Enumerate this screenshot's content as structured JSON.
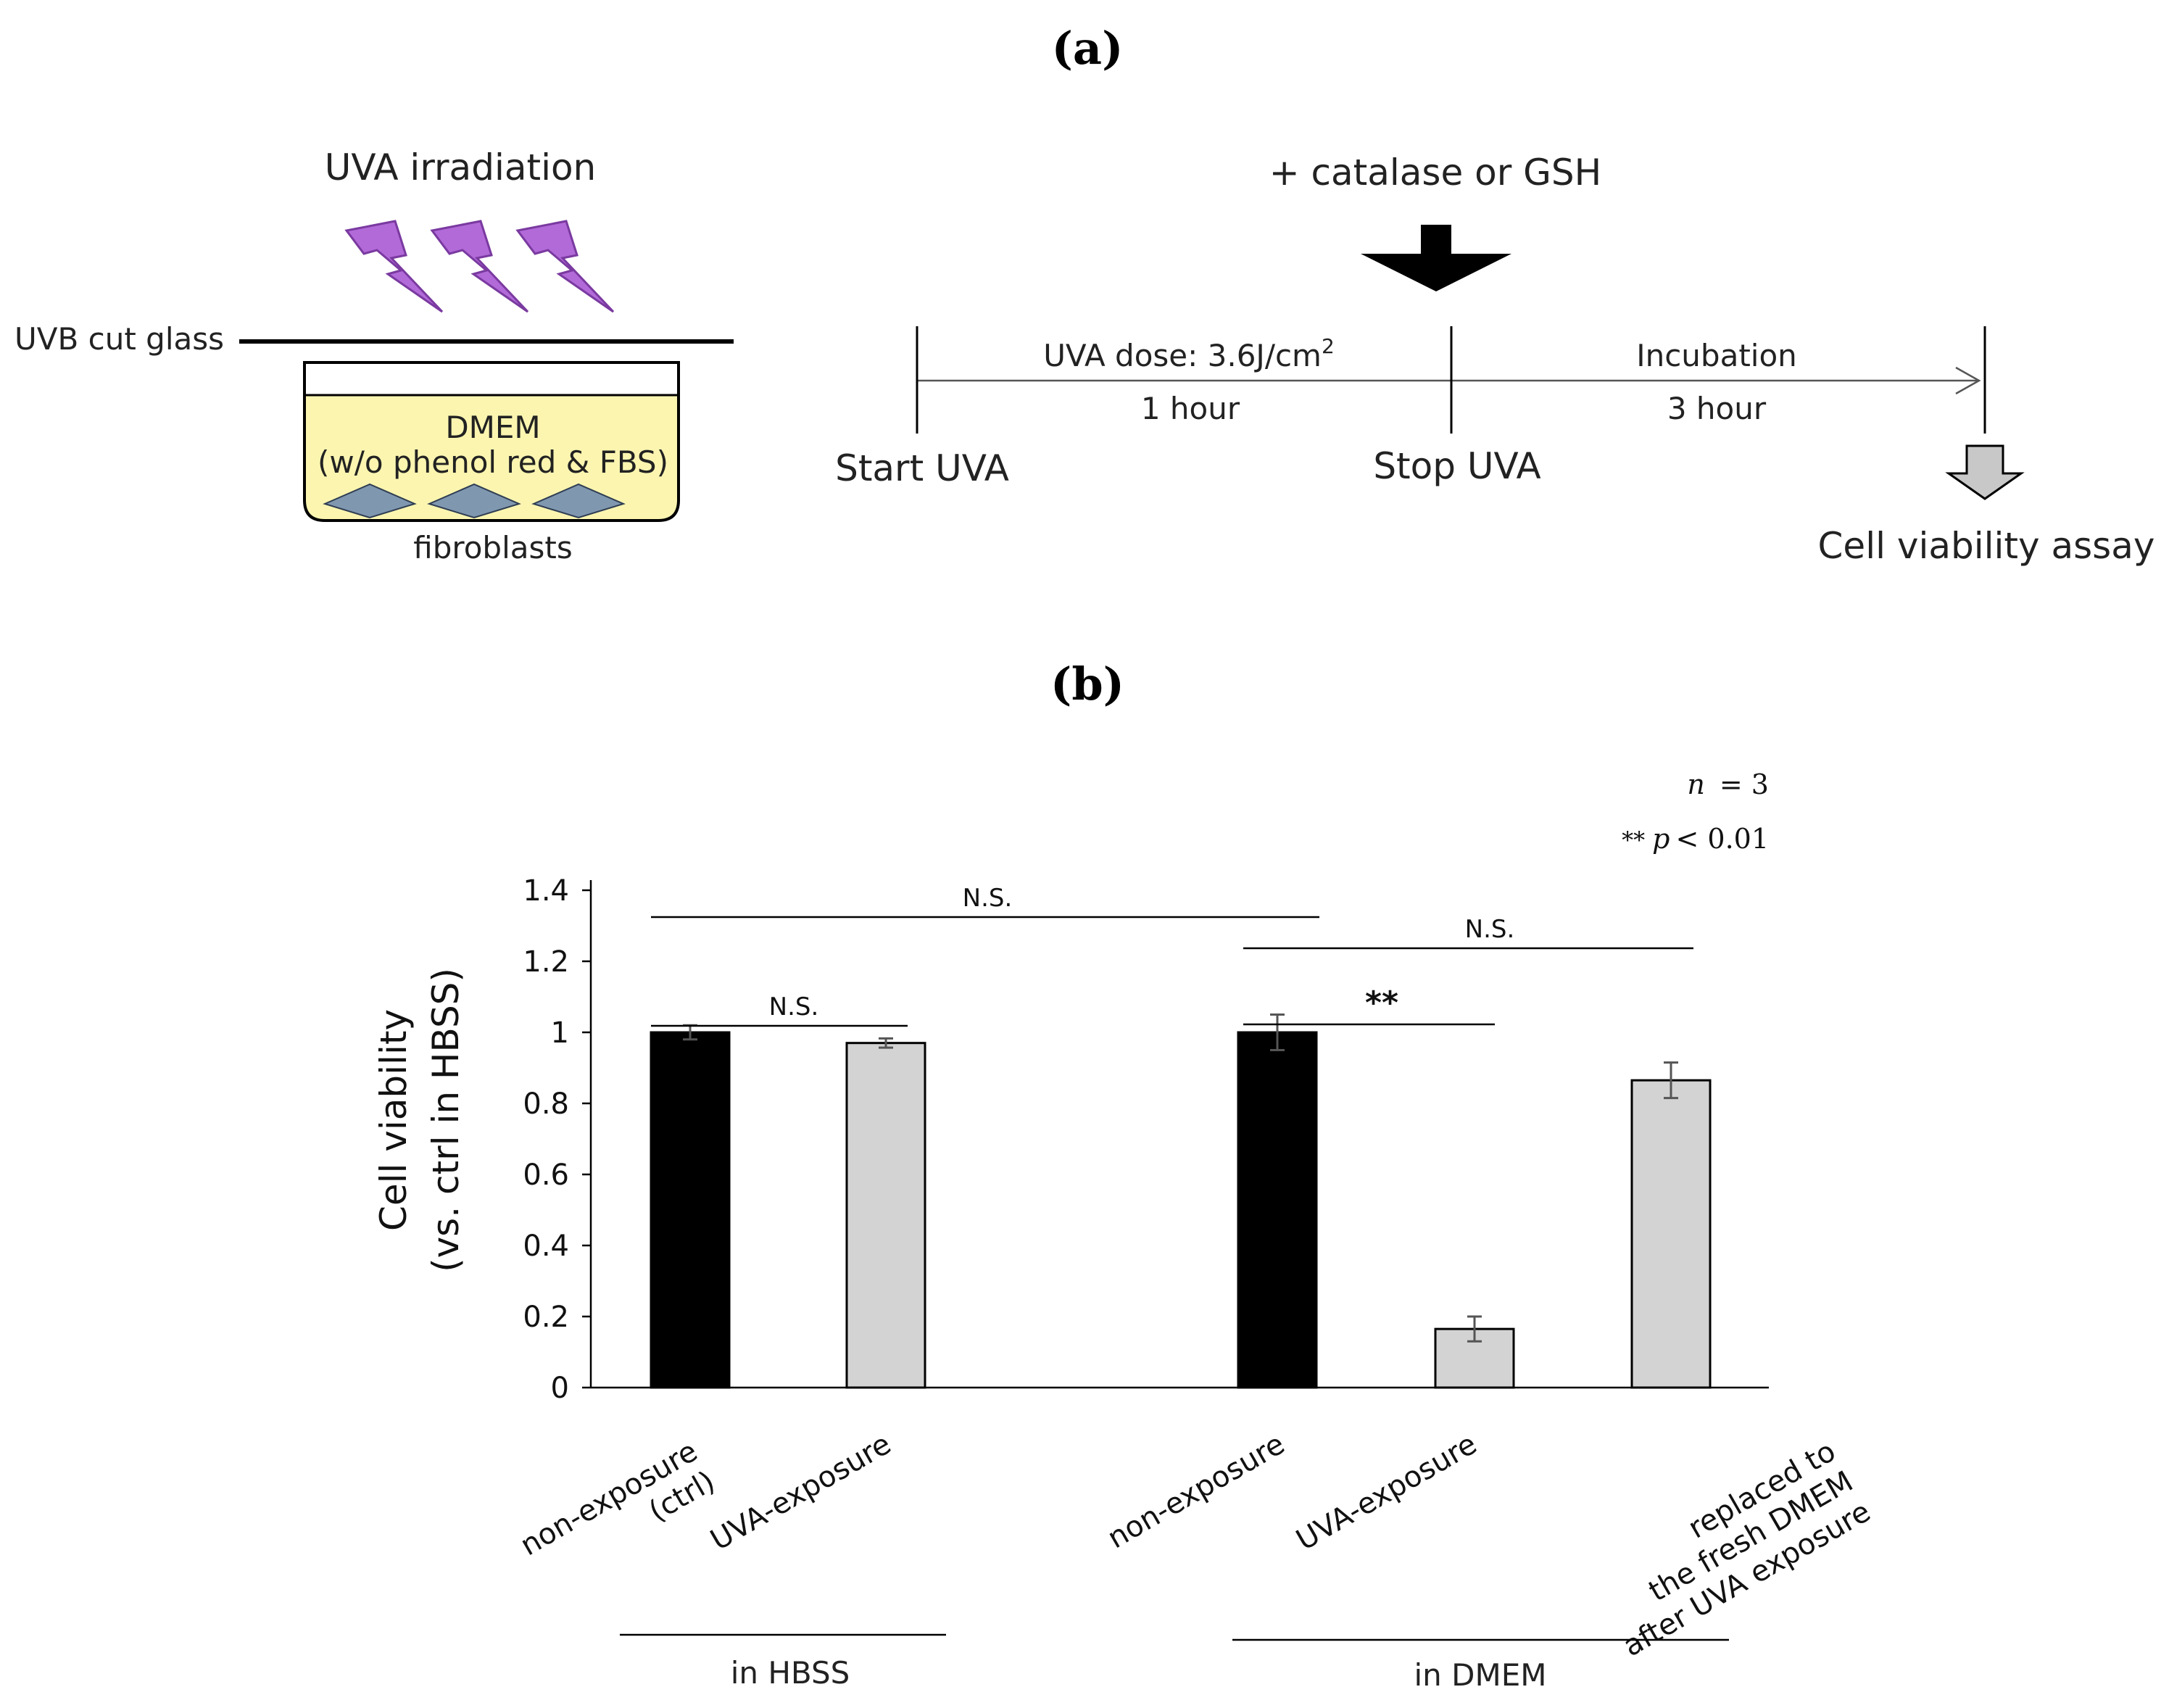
{
  "panel_a": {
    "label": "(a)",
    "uva_irradiation": "UVA irradiation",
    "uvb_cut_glass": "UVB cut glass",
    "dmem": "DMEM",
    "dmem_note": "(w/o phenol red & FBS)",
    "fibroblasts": "fibroblasts",
    "additive": "+ catalase or GSH",
    "uva_dose": "UVA dose: 3.6J/cm",
    "uva_dose_sup": "2",
    "uva_time": "1 hour",
    "incubation": "Incubation",
    "incubation_time": "3 hour",
    "start_uva": "Start UVA",
    "stop_uva": "Stop UVA",
    "assay": "Cell viability assay",
    "colors": {
      "bolt": "#b36ad9",
      "bolt_edge": "#7a3aa0",
      "medium": "#fbf5b0",
      "cells": "#8097b0",
      "assay_arrow": "#c8c8c8"
    }
  },
  "panel_b": {
    "label": "(b)",
    "n_note": "n",
    "n_value": "= 3",
    "p_stars": "**",
    "p_note": "p",
    "p_value": "< 0.01",
    "sig_ns": "N.S.",
    "sig_stars": "**",
    "groups": [
      "in HBSS",
      "in DMEM"
    ]
  },
  "chart_data": {
    "type": "bar",
    "ylabel": "Cell viability",
    "ylabel2": "(vs. ctrl in HBSS)",
    "ylim": [
      0,
      1.4
    ],
    "yticks": [
      "0",
      "0.2",
      "0.4",
      "0.6",
      "0.8",
      "1",
      "1.2",
      "1.4"
    ],
    "categories": [
      [
        "non-exposure",
        "(ctrl)"
      ],
      [
        "UVA-exposure"
      ],
      [
        "non-exposure"
      ],
      [
        "UVA-exposure"
      ],
      [
        "replaced to",
        "the fresh DMEM",
        "after UVA exposure"
      ]
    ],
    "values": [
      1.0,
      0.97,
      1.0,
      0.165,
      0.865
    ],
    "errors": [
      0.02,
      0.013,
      0.05,
      0.035,
      0.05
    ],
    "colors": [
      "#000000",
      "#d3d3d3",
      "#000000",
      "#d3d3d3",
      "#d3d3d3"
    ],
    "group_labels": [
      "in HBSS",
      "in DMEM"
    ],
    "grid": false
  }
}
